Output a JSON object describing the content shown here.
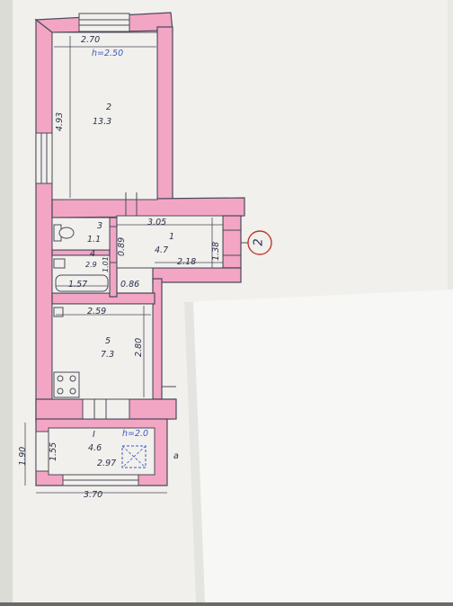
{
  "plan": {
    "apartment_marker": "2",
    "outside_marker": "a",
    "rooms": [
      {
        "id": "1",
        "area": "4.7"
      },
      {
        "id": "2",
        "area": "13.3"
      },
      {
        "id": "3",
        "area": "1.1"
      },
      {
        "id": "4",
        "area": "2.9"
      },
      {
        "id": "5",
        "area": "7.3"
      },
      {
        "id": "I",
        "area": "4.6"
      }
    ],
    "heights": {
      "main": "h=2.50",
      "balcony": "h=2.0"
    },
    "dimensions": {
      "top_width": "2.70",
      "room2_length": "4.93",
      "corridor_width": "3.05",
      "wc_height": "0.89",
      "bath_height": "1.01",
      "bath_width": "1.57",
      "bath_gap": "0.86",
      "corridor_inner": "2.18",
      "corridor_depth": "1.38",
      "kitchen_width": "2.59",
      "kitchen_length": "2.80",
      "balcony_outer_height": "1.90",
      "balcony_inner_height": "1.55",
      "balcony_inner_width": "2.97",
      "balcony_outer_width": "3.70"
    }
  },
  "colors": {
    "wall": "#f2a6c4",
    "wall_outline": "#4a4a5a",
    "paper": "#f1f0ec",
    "overlay_paper": "#f7f7f5",
    "blue_ink": "#3d56c9"
  }
}
